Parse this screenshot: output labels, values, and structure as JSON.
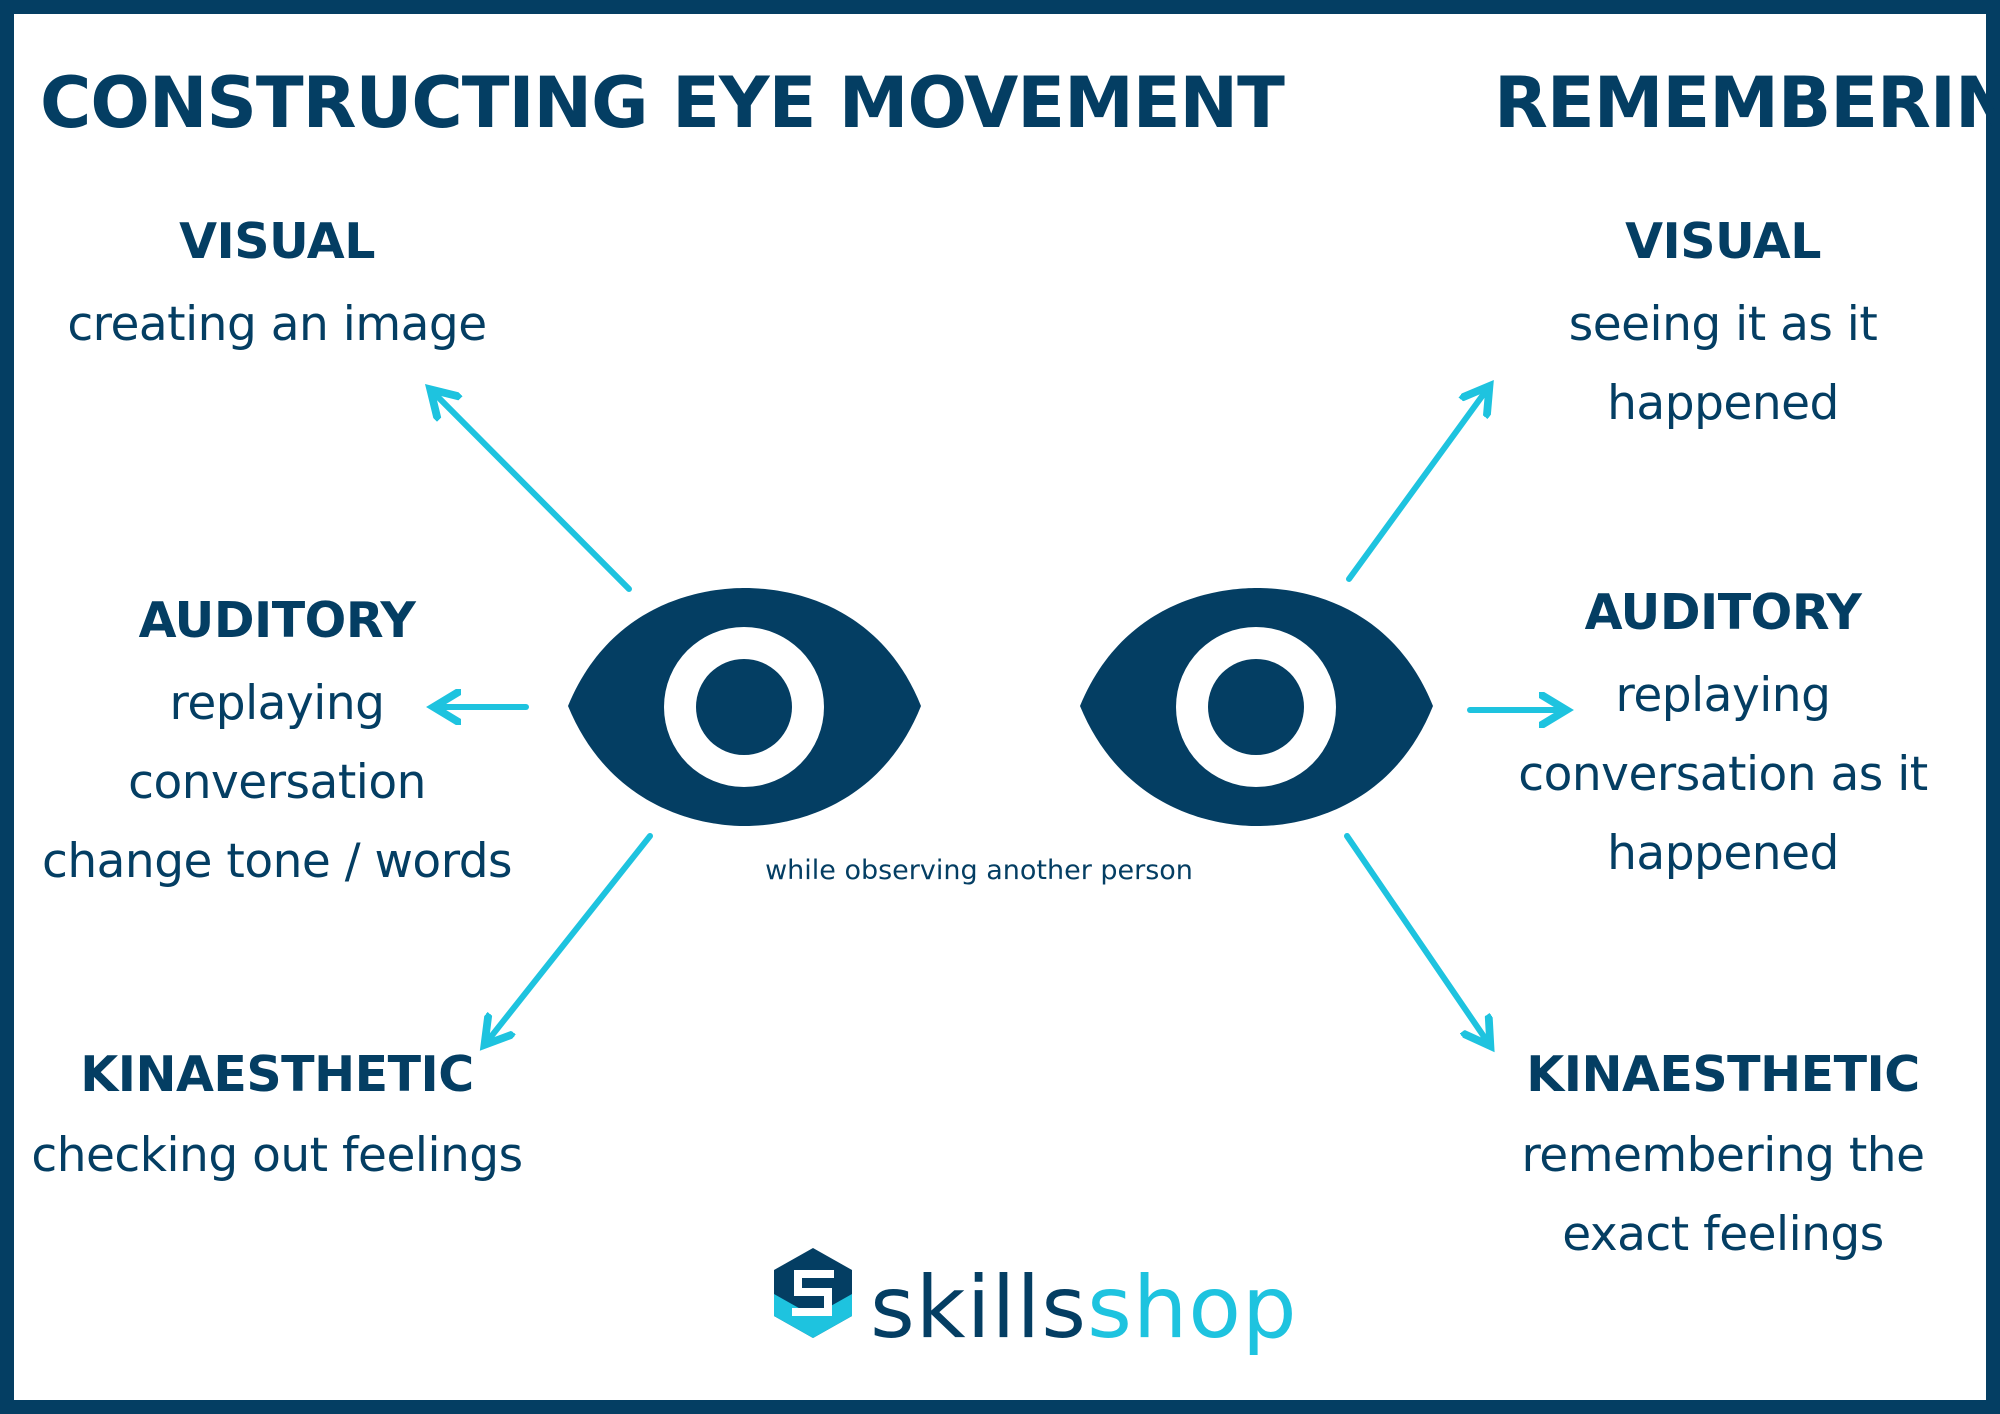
{
  "titles": {
    "left": "CONSTRUCTING",
    "center": "EYE MOVEMENT",
    "right": "REMEMBERING"
  },
  "left": {
    "visual": {
      "heading": "VISUAL",
      "lines": [
        "creating an image"
      ]
    },
    "auditory": {
      "heading": "AUDITORY",
      "lines": [
        "replaying",
        "conversation",
        "change tone / words"
      ]
    },
    "kinaesthetic": {
      "heading": "KINAESTHETIC",
      "lines": [
        "checking out feelings"
      ]
    }
  },
  "right": {
    "visual": {
      "heading": "VISUAL",
      "lines": [
        "seeing it as it",
        "happened"
      ]
    },
    "auditory": {
      "heading": "AUDITORY",
      "lines": [
        "replaying",
        "conversation as it",
        "happened"
      ]
    },
    "kinaesthetic": {
      "heading": "KINAESTHETIC",
      "lines": [
        "remembering the",
        "exact feelings"
      ]
    }
  },
  "caption": "while observing another person",
  "brand": {
    "part1": "skills",
    "part2": "shop"
  },
  "colors": {
    "navy": "#043e63",
    "arrow": "#1ec3df",
    "white": "#ffffff"
  },
  "icons": [
    "left-eye-icon",
    "right-eye-icon",
    "skillsshop-logo-icon"
  ]
}
